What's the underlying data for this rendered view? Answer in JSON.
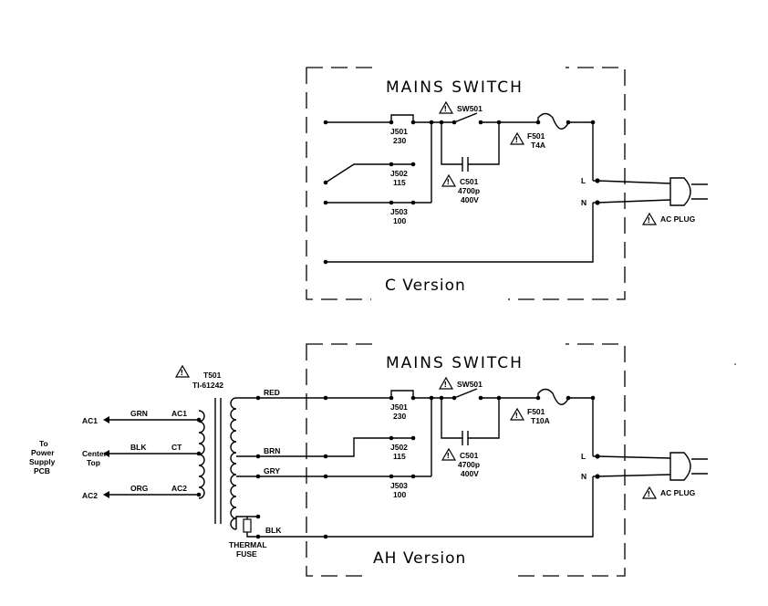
{
  "c_version": {
    "title": "MAINS SWITCH",
    "version_label": "C Version",
    "switch_label": "SW501",
    "fuse_label": "F501",
    "fuse_rating": "T4A",
    "cap_label": "C501",
    "cap_value": "4700p",
    "cap_voltage": "400V",
    "jumpers": [
      {
        "name": "J501",
        "voltage": "230"
      },
      {
        "name": "J502",
        "voltage": "115"
      },
      {
        "name": "J503",
        "voltage": "100"
      }
    ],
    "line_label": "L",
    "neutral_label": "N",
    "plug_label": "AC PLUG"
  },
  "ah_version": {
    "title": "MAINS SWITCH",
    "version_label": "AH Version",
    "switch_label": "SW501",
    "fuse_label": "F501",
    "fuse_rating": "T10A",
    "cap_label": "C501",
    "cap_value": "4700p",
    "cap_voltage": "400V",
    "jumpers": [
      {
        "name": "J501",
        "voltage": "230"
      },
      {
        "name": "J502",
        "voltage": "115"
      },
      {
        "name": "J503",
        "voltage": "100"
      }
    ],
    "line_label": "L",
    "neutral_label": "N",
    "plug_label": "AC PLUG"
  },
  "transformer": {
    "name": "T501",
    "part": "TI-61242",
    "primary_wires": [
      "RED",
      "BRN",
      "GRY",
      "BLK"
    ],
    "secondary_taps": [
      "AC1",
      "CT",
      "AC2"
    ],
    "secondary_colors": [
      "GRN",
      "BLK",
      "ORG"
    ],
    "outputs": [
      "AC1",
      "Center\nTop",
      "AC2"
    ],
    "thermal_fuse": "THERMAL\nFUSE"
  },
  "power_supply_label": "To\nPower\nSupply\nPCB"
}
